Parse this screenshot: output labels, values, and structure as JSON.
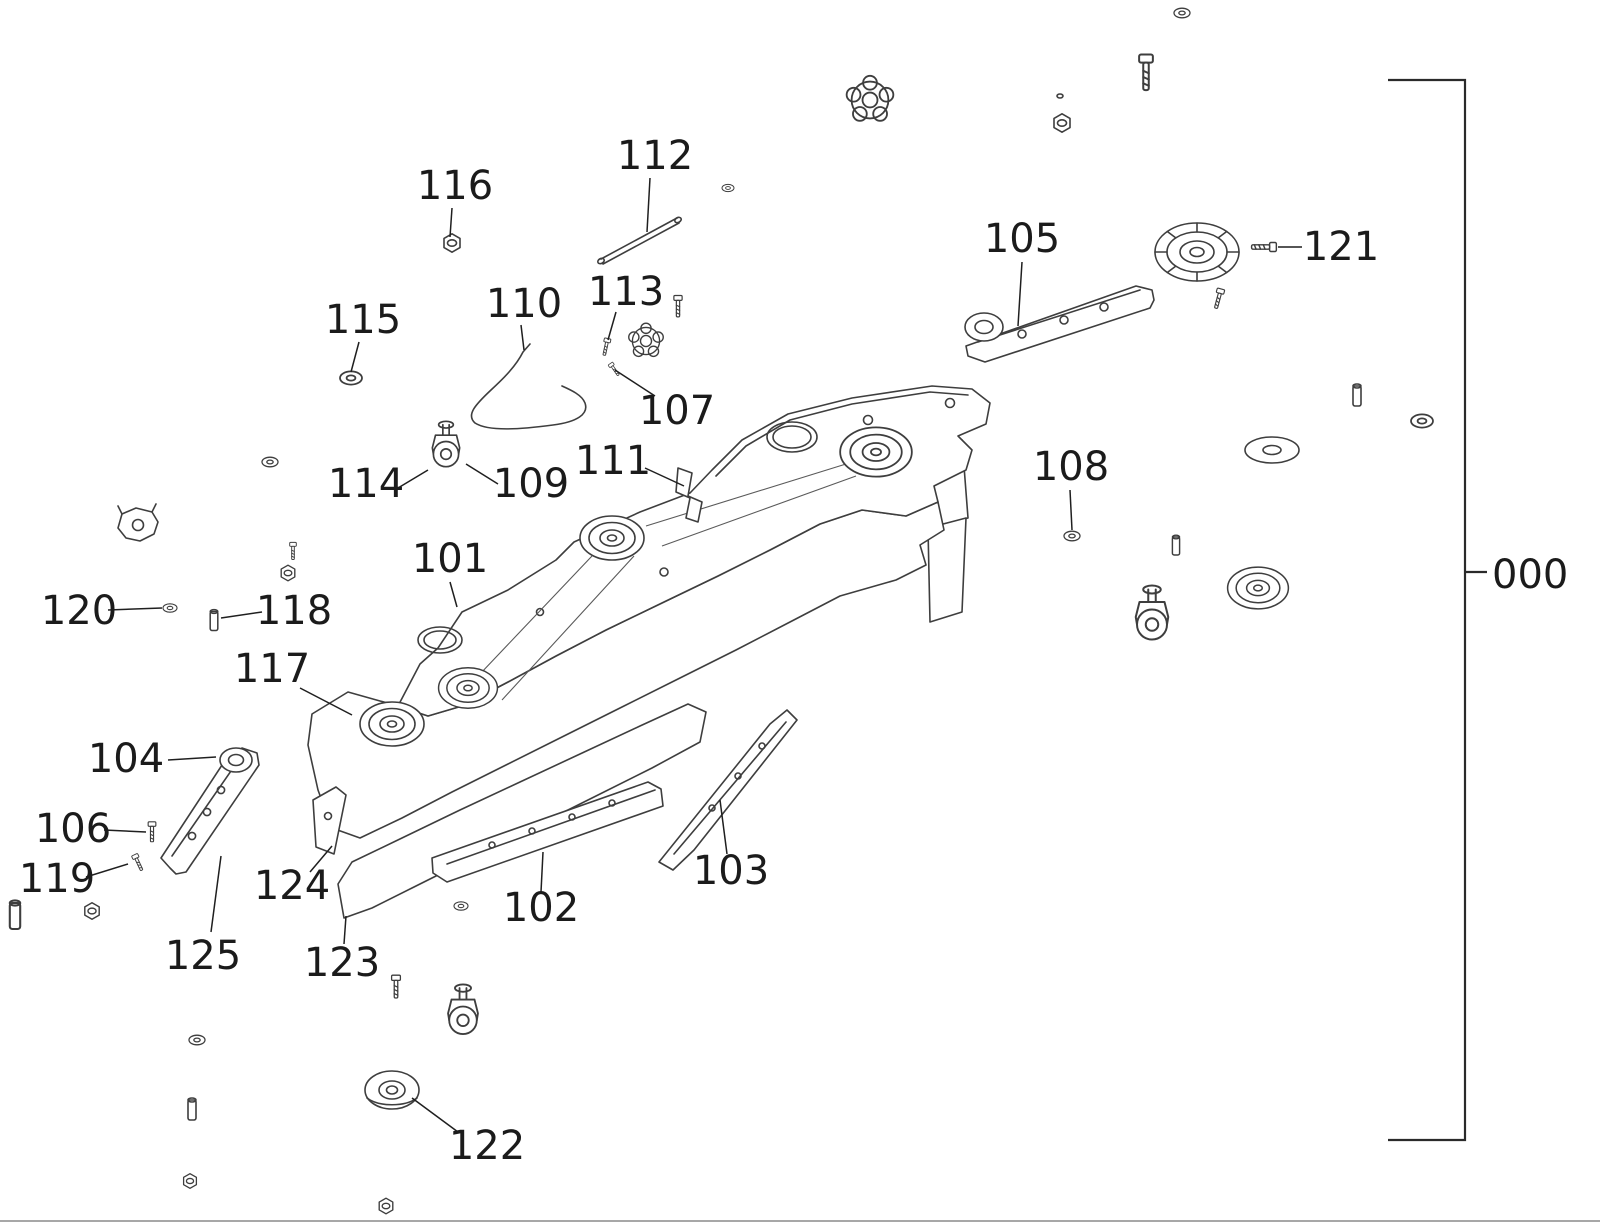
{
  "diagram": {
    "type": "exploded-parts-diagram",
    "bracket_label": "000",
    "part_numbers": [
      "101",
      "102",
      "103",
      "104",
      "105",
      "106",
      "107",
      "108",
      "109",
      "110",
      "111",
      "112",
      "113",
      "114",
      "115",
      "116",
      "117",
      "118",
      "119",
      "120",
      "121",
      "122",
      "123",
      "124",
      "125"
    ],
    "line_color": "#3e3e3e",
    "label_color": "#1b1b1b"
  }
}
